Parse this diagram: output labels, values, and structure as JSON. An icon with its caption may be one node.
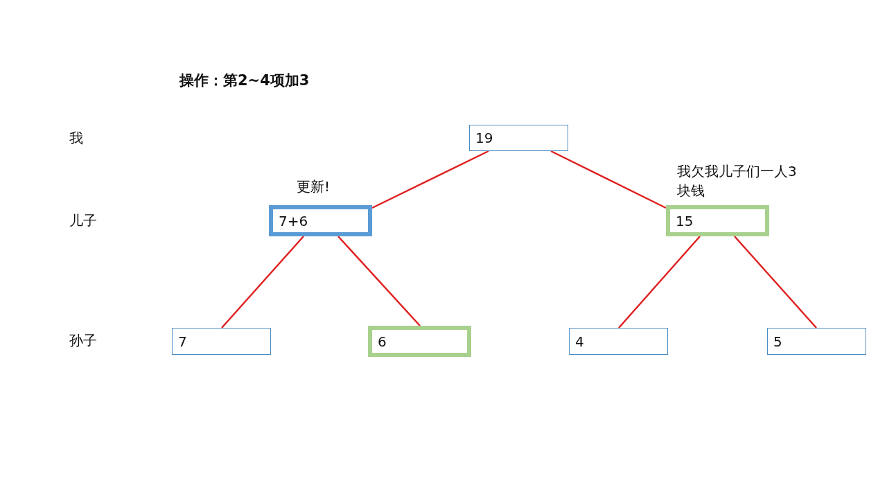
{
  "diagram": {
    "title": "操作：第2~4项加3",
    "nodes": [
      {
        "text": [
          "19"
        ]
      },
      {
        "text": [
          "7+6"
        ],
        "beside": [
          "更新!"
        ]
      },
      {
        "text": [
          "15"
        ],
        "beside": [
          "我欠我儿子们一人3块钱"
        ]
      },
      {
        "text": [
          "7"
        ]
      },
      {
        "text": [
          "6"
        ]
      },
      {
        "text": [
          "4"
        ]
      },
      {
        "text": [
          "5"
        ]
      }
    ],
    "edges": [
      {
        "from": 0,
        "to": 1,
        "arrow": "none"
      },
      {
        "from": 0,
        "to": 2,
        "arrow": "none"
      },
      {
        "from": 1,
        "to": 3,
        "arrow": "none"
      },
      {
        "from": 1,
        "to": 4,
        "arrow": "none"
      },
      {
        "from": 2,
        "to": 5,
        "arrow": "none"
      },
      {
        "from": 2,
        "to": 6,
        "arrow": "none"
      }
    ],
    "labels": [
      "我",
      "儿子",
      "孙子"
    ]
  }
}
